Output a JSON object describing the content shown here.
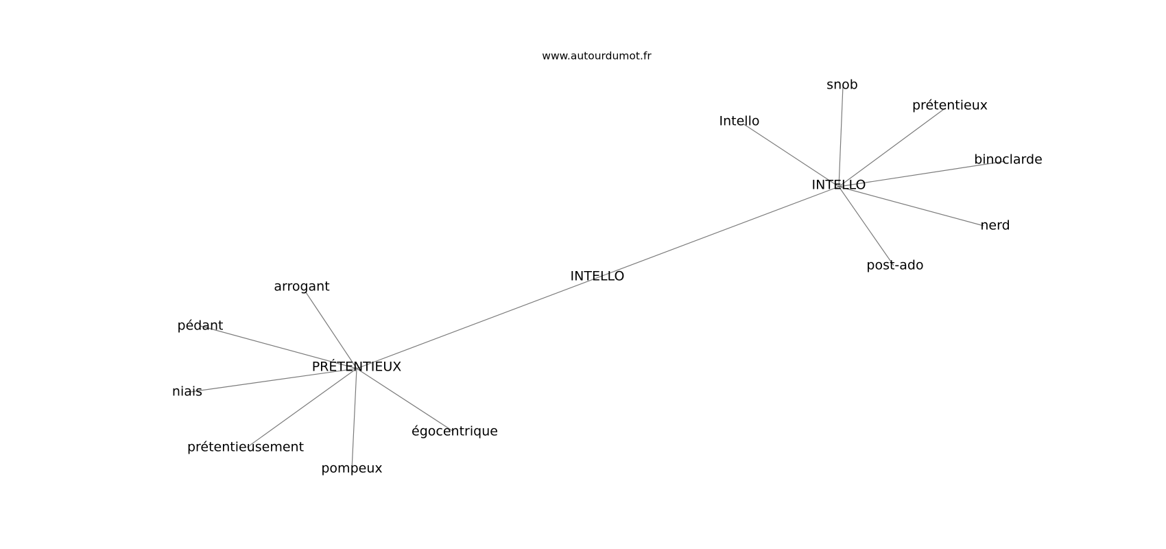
{
  "watermark": "www.autourdumot.fr",
  "colors": {
    "edge": "#7a7a7a",
    "text": "#000000",
    "background": "#ffffff"
  },
  "nodes": [
    {
      "id": "center",
      "label": "INTELLO"
    },
    {
      "id": "hub_intello",
      "label": "INTELLO"
    },
    {
      "id": "hub_pretentieux",
      "label": "PRÉTENTIEUX"
    },
    {
      "id": "snob",
      "label": "snob"
    },
    {
      "id": "pretentieux",
      "label": "prétentieux"
    },
    {
      "id": "intello_lc",
      "label": "Intello"
    },
    {
      "id": "binoclarde",
      "label": "binoclarde"
    },
    {
      "id": "nerd",
      "label": "nerd"
    },
    {
      "id": "post_ado",
      "label": "post-ado"
    },
    {
      "id": "arrogant",
      "label": "arrogant"
    },
    {
      "id": "pedant",
      "label": "pédant"
    },
    {
      "id": "niais",
      "label": "niais"
    },
    {
      "id": "pretentieusement",
      "label": "prétentieusement"
    },
    {
      "id": "pompeux",
      "label": "pompeux"
    },
    {
      "id": "egocentrique",
      "label": "égocentrique"
    }
  ],
  "edges": [
    [
      "hub_pretentieux",
      "hub_intello"
    ],
    [
      "hub_intello",
      "snob"
    ],
    [
      "hub_intello",
      "pretentieux"
    ],
    [
      "hub_intello",
      "intello_lc"
    ],
    [
      "hub_intello",
      "binoclarde"
    ],
    [
      "hub_intello",
      "nerd"
    ],
    [
      "hub_intello",
      "post_ado"
    ],
    [
      "hub_pretentieux",
      "arrogant"
    ],
    [
      "hub_pretentieux",
      "pedant"
    ],
    [
      "hub_pretentieux",
      "niais"
    ],
    [
      "hub_pretentieux",
      "pretentieusement"
    ],
    [
      "hub_pretentieux",
      "pompeux"
    ],
    [
      "hub_pretentieux",
      "egocentrique"
    ]
  ]
}
